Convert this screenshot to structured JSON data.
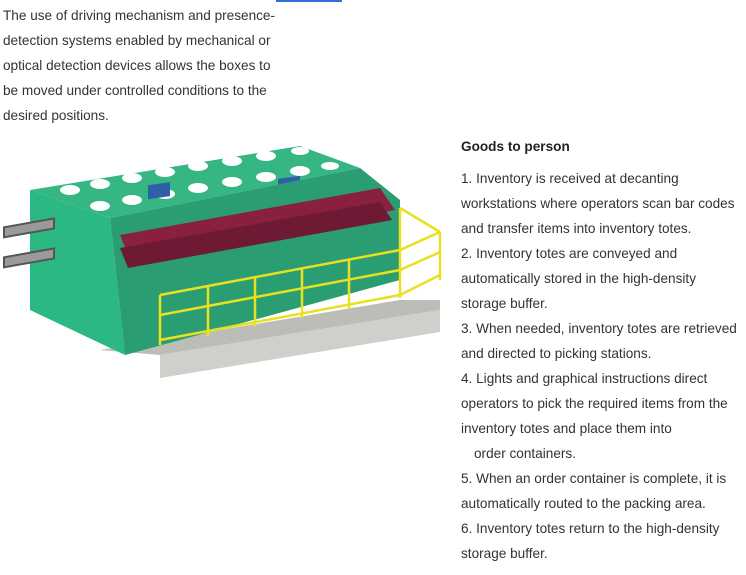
{
  "intro": {
    "lines": [
      "The use of driving mechanism and presence-",
      "detection systems enabled by mechanical or",
      "optical detection devices allows the boxes to",
      "be moved under controlled conditions to the",
      "desired positions."
    ]
  },
  "goods": {
    "title": "Goods to person",
    "lines": [
      " 1. Inventory is received at decanting",
      "workstations where operators scan bar codes",
      "and transfer items into inventory totes.",
      " 2. Inventory totes are conveyed and",
      "automatically stored in the high-density",
      "storage buffer.",
      " 3. When needed, inventory totes are retrieved",
      "and directed to picking stations.",
      " 4. Lights and graphical instructions direct",
      "operators to pick the required items from the",
      "inventory totes and place them into",
      "order containers.",
      " 5. When an order container is complete, it is",
      "automatically routed to the packing area.",
      " 6. Inventory totes return to the high-density",
      "storage buffer."
    ]
  },
  "colors": {
    "machine_green": "#2fae7c",
    "machine_dark": "#1f8a60",
    "tote_red": "#8a2040",
    "railing_yellow": "#e8e020",
    "floor_gray": "#c8c8c4",
    "accent_blue": "#2f6fd8"
  }
}
